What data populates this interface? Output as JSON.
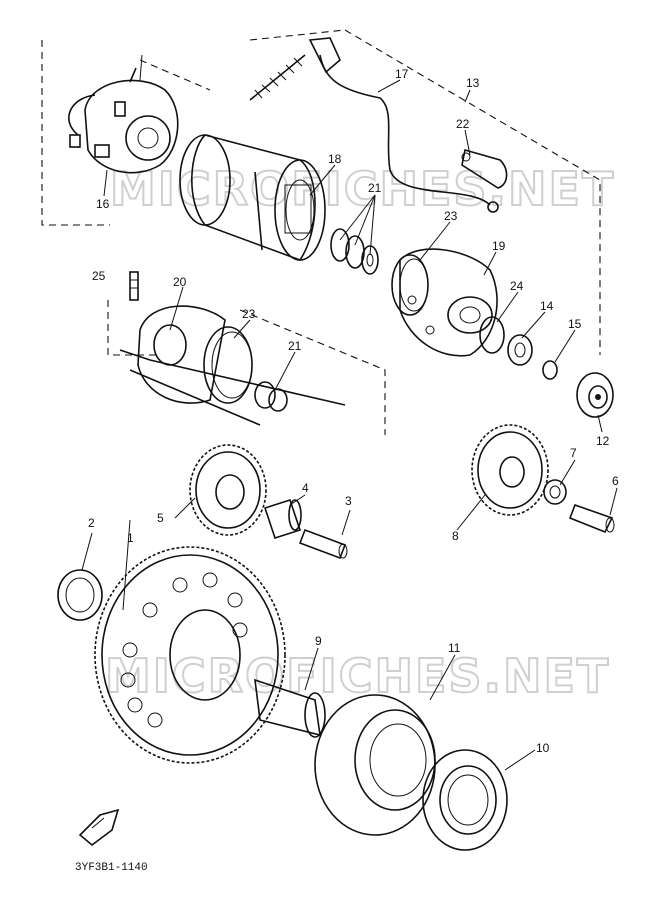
{
  "watermark": "MICROFICHES.NET",
  "part_code": "3YF3B1-1140",
  "callouts": {
    "p1": "1",
    "p2": "2",
    "p3": "3",
    "p4": "4",
    "p5": "5",
    "p6": "6",
    "p7": "7",
    "p8": "8",
    "p9": "9",
    "p10": "10",
    "p11": "11",
    "p12": "12",
    "p13": "13",
    "p14": "14",
    "p15": "15",
    "p16": "16",
    "p17": "17",
    "p18": "18",
    "p19": "19",
    "p20": "20",
    "p21a": "21",
    "p21b": "21",
    "p22": "22",
    "p23a": "23",
    "p23b": "23",
    "p24": "24",
    "p25": "25"
  }
}
